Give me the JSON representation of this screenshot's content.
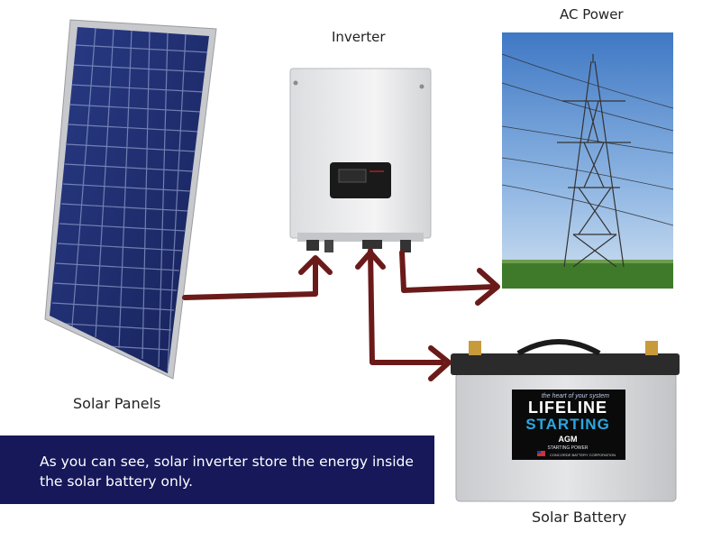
{
  "labels": {
    "inverter": "Inverter",
    "ac_power": "AC Power",
    "solar_panels": "Solar Panels",
    "solar_battery": "Solar Battery"
  },
  "caption": "As you can see, solar inverter store the energy inside the solar battery only.",
  "battery_label": {
    "tagline": "the heart of your system",
    "brand_line1": "LIFELINE",
    "brand_line2": "STARTING",
    "type": "AGM",
    "subtype": "STARTING POWER",
    "maker": "CONCORDE BATTERY CORPORATION"
  },
  "colors": {
    "arrow": "#6b1a1a",
    "caption_bg": "#16185a",
    "panel_cell": "#1d2d6e",
    "battery_brand": "#2aa7e0"
  },
  "icons": {
    "panel": "solar-panel-icon",
    "inverter": "inverter-icon",
    "tower": "power-tower-icon",
    "battery": "battery-icon"
  }
}
